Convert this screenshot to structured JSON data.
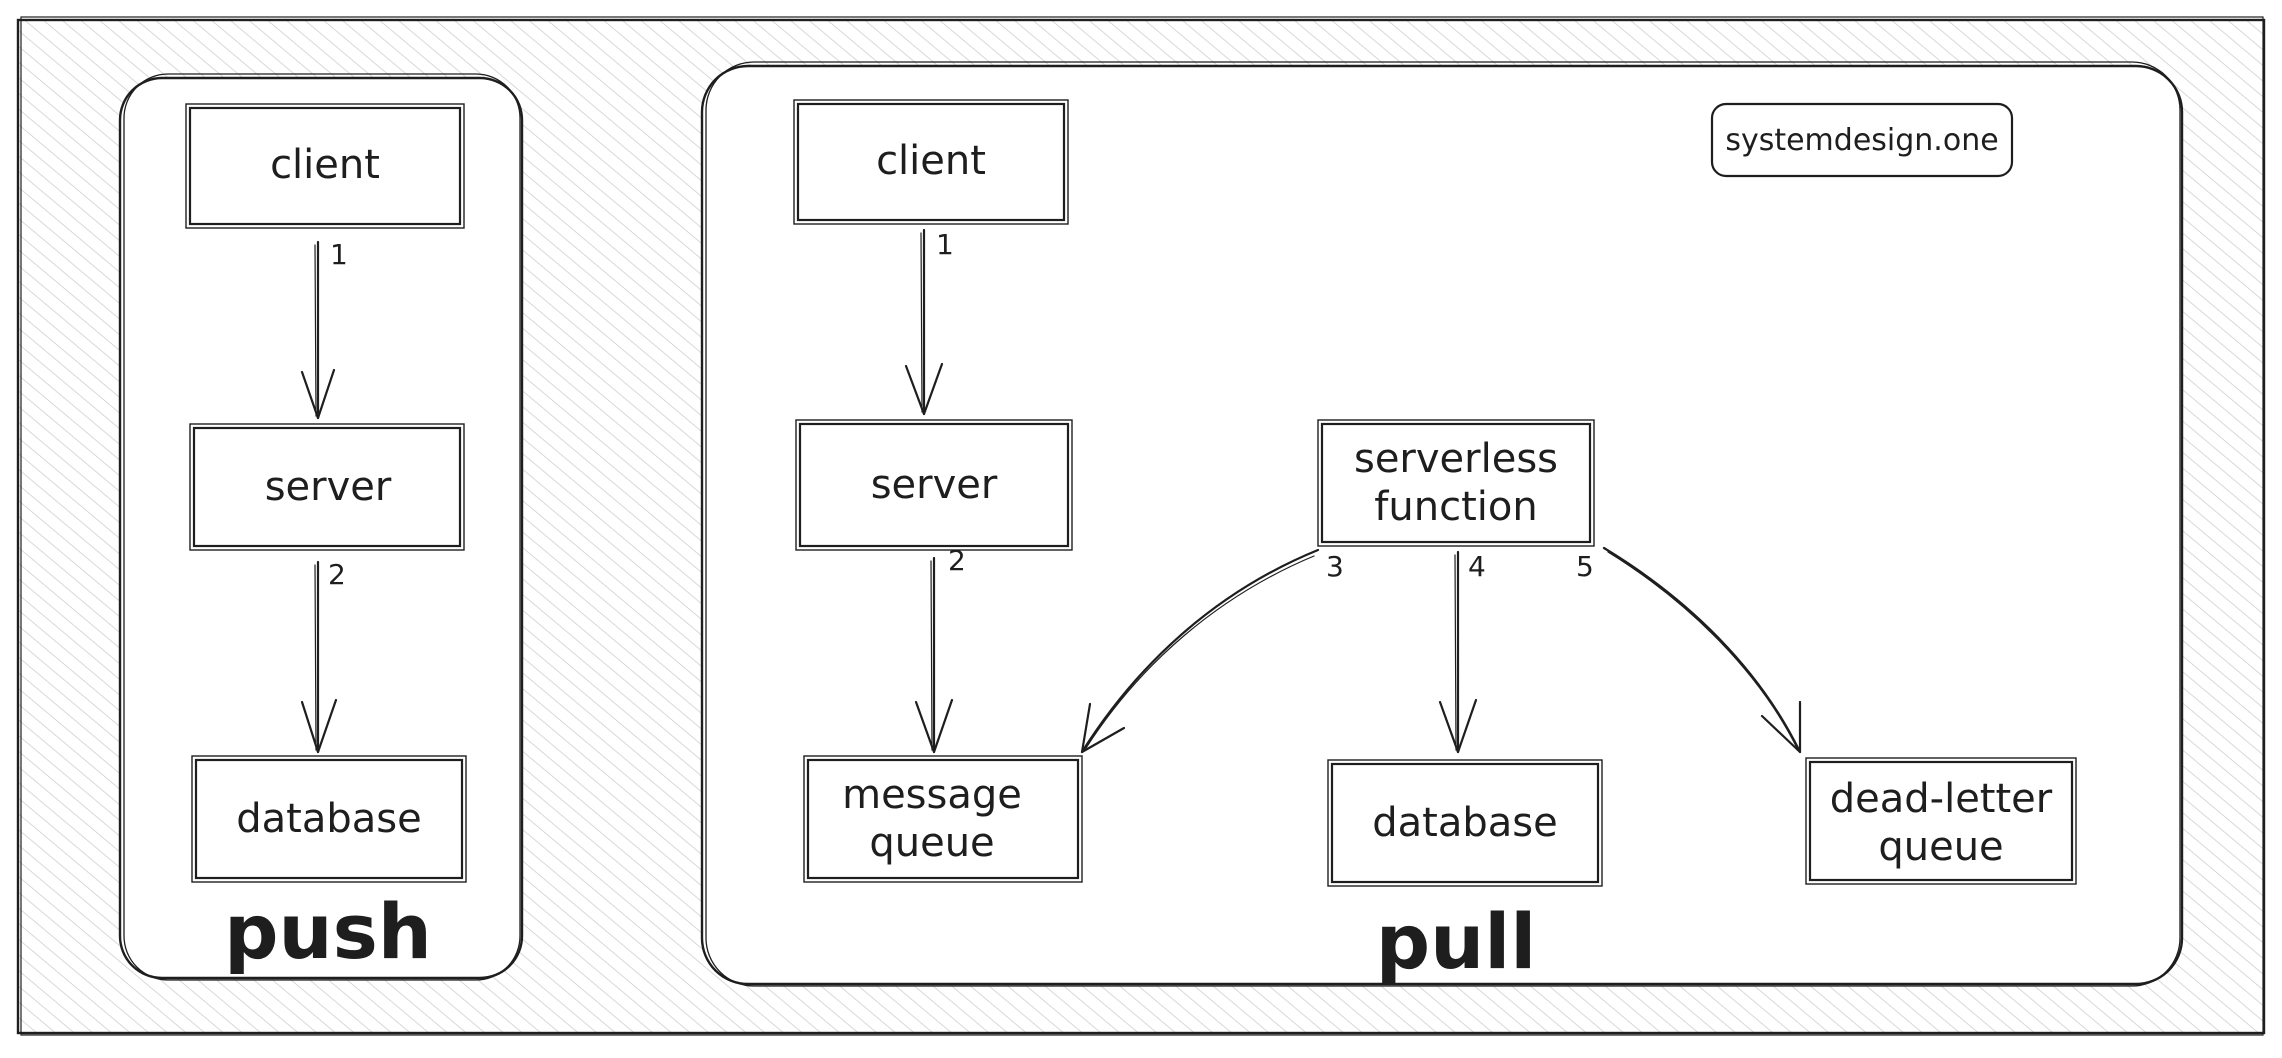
{
  "brand": "systemdesign.one",
  "push": {
    "title": "push",
    "client": "client",
    "server": "server",
    "database": "database",
    "step1": "1",
    "step2": "2"
  },
  "pull": {
    "title": "pull",
    "client": "client",
    "server": "server",
    "message_queue": [
      "message",
      "queue"
    ],
    "serverless_function": [
      "serverless",
      "function"
    ],
    "database": "database",
    "dead_letter_queue": [
      "dead-letter",
      "queue"
    ],
    "step1": "1",
    "step2": "2",
    "step3": "3",
    "step4": "4",
    "step5": "5"
  },
  "colors": {
    "ink": "#1e1e1e",
    "hatch": "#c8c8c8",
    "panel": "#ffffff"
  }
}
